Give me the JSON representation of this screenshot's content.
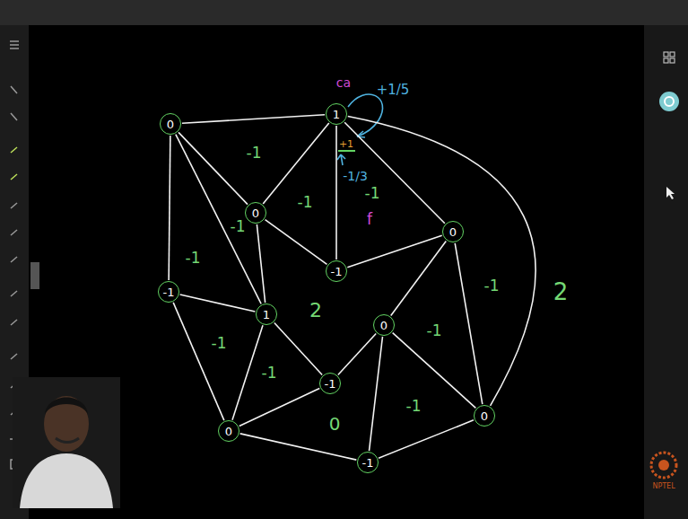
{
  "diagram": {
    "nodes": [
      {
        "text": [
          "0"
        ]
      },
      {
        "text": [
          "1"
        ]
      },
      {
        "text": [
          "0"
        ]
      },
      {
        "text": [
          "0"
        ]
      },
      {
        "text": [
          "-1"
        ]
      },
      {
        "text": [
          "-1"
        ]
      },
      {
        "text": [
          "1"
        ]
      },
      {
        "text": [
          "0"
        ]
      },
      {
        "text": [
          "-1"
        ]
      },
      {
        "text": [
          "0"
        ]
      },
      {
        "text": [
          "0"
        ]
      },
      {
        "text": [
          "-1"
        ]
      }
    ],
    "edges": [
      {
        "from": 0,
        "to": 1,
        "arrow": "none"
      },
      {
        "from": 0,
        "to": 2,
        "arrow": "none"
      },
      {
        "from": 0,
        "to": 5,
        "arrow": "none"
      },
      {
        "from": 0,
        "to": 6,
        "arrow": "none"
      },
      {
        "from": 1,
        "to": 2,
        "arrow": "none"
      },
      {
        "from": 1,
        "to": 4,
        "arrow": "none"
      },
      {
        "from": 1,
        "to": 3,
        "arrow": "none"
      },
      {
        "from": 1,
        "to": 10,
        "arrow": "none"
      },
      {
        "from": 2,
        "to": 4,
        "arrow": "none"
      },
      {
        "from": 2,
        "to": 6,
        "arrow": "none"
      },
      {
        "from": 3,
        "to": 4,
        "arrow": "none"
      },
      {
        "from": 3,
        "to": 7,
        "arrow": "none"
      },
      {
        "from": 3,
        "to": 10,
        "arrow": "none"
      },
      {
        "from": 5,
        "to": 6,
        "arrow": "none"
      },
      {
        "from": 5,
        "to": 9,
        "arrow": "none"
      },
      {
        "from": 6,
        "to": 9,
        "arrow": "none"
      },
      {
        "from": 6,
        "to": 8,
        "arrow": "none"
      },
      {
        "from": 7,
        "to": 8,
        "arrow": "none"
      },
      {
        "from": 7,
        "to": 11,
        "arrow": "none"
      },
      {
        "from": 7,
        "to": 10,
        "arrow": "none"
      },
      {
        "from": 8,
        "to": 9,
        "arrow": "none"
      },
      {
        "from": 9,
        "to": 11,
        "arrow": "none"
      },
      {
        "from": 10,
        "to": 11,
        "arrow": "none"
      }
    ],
    "labels": [
      "ca",
      "+1/5",
      "+1",
      "-1/3",
      "-1",
      "-1",
      "-1",
      "f",
      "-1",
      "-1",
      "2",
      "-1",
      "2",
      "-1",
      "-1",
      "-1",
      "0",
      "-1",
      "NPTEL"
    ]
  }
}
